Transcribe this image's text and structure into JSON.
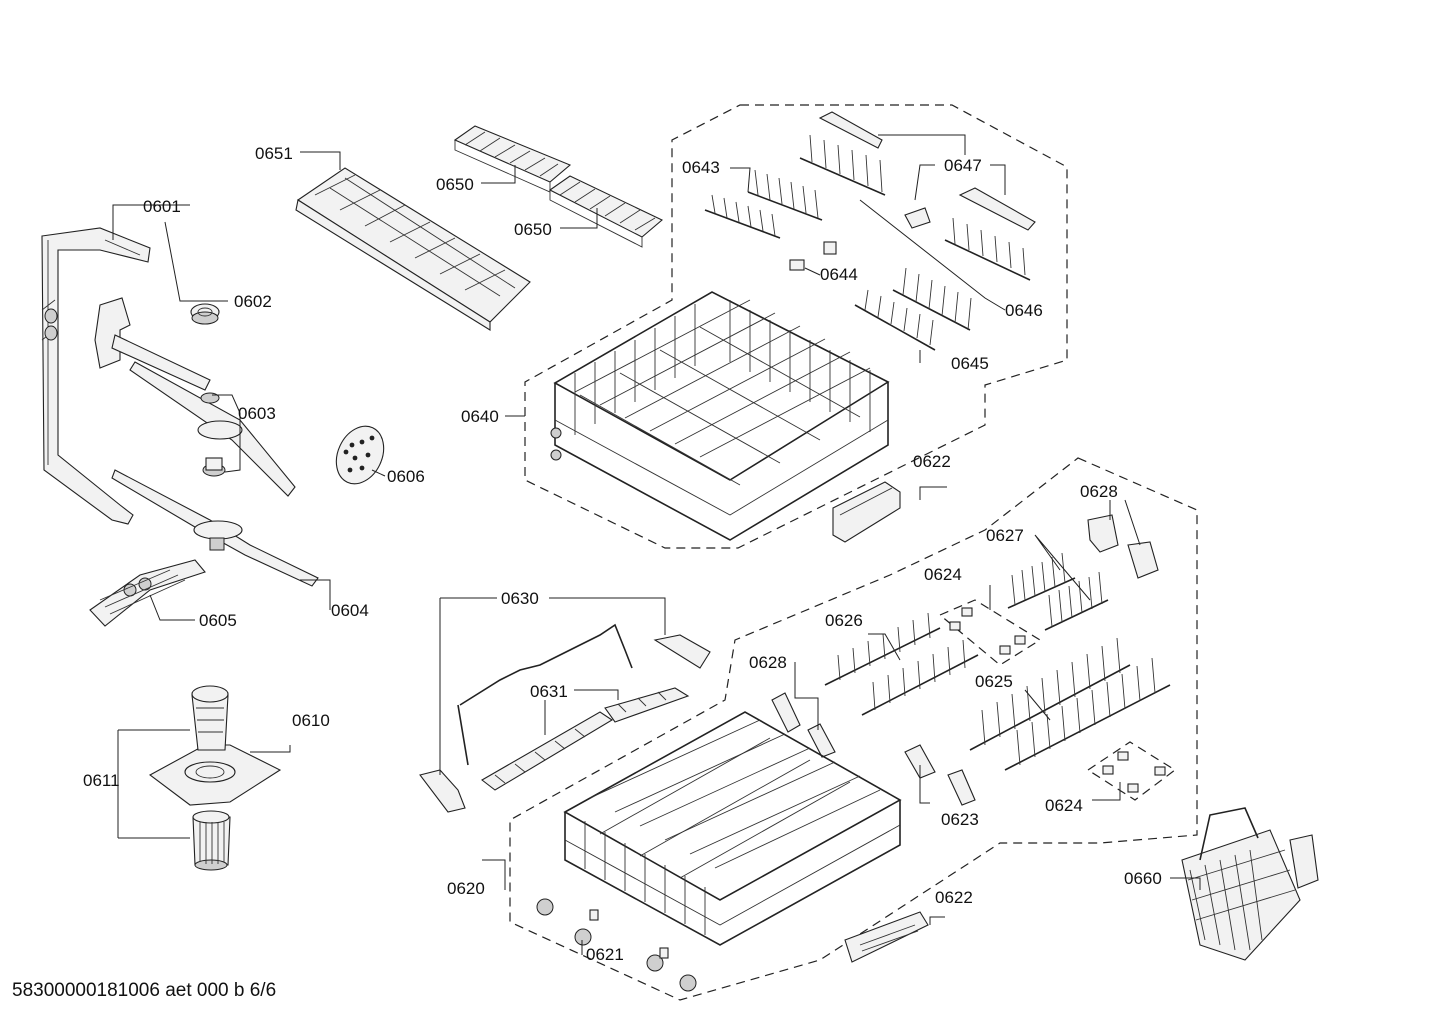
{
  "labels": {
    "p0601": "0601",
    "p0602": "0602",
    "p0603": "0603",
    "p0604": "0604",
    "p0605": "0605",
    "p0606": "0606",
    "p0610": "0610",
    "p0611": "0611",
    "p0620": "0620",
    "p0621": "0621",
    "p0622a": "0622",
    "p0622b": "0622",
    "p0623": "0623",
    "p0624a": "0624",
    "p0624b": "0624",
    "p0625": "0625",
    "p0626": "0626",
    "p0627": "0627",
    "p0628a": "0628",
    "p0628b": "0628",
    "p0630": "0630",
    "p0631": "0631",
    "p0640": "0640",
    "p0643": "0643",
    "p0644": "0644",
    "p0645": "0645",
    "p0646": "0646",
    "p0647": "0647",
    "p0650a": "0650",
    "p0650b": "0650",
    "p0651": "0651",
    "p0660": "0660"
  },
  "document_id": "58300000181006 aet 000 b 6/6"
}
